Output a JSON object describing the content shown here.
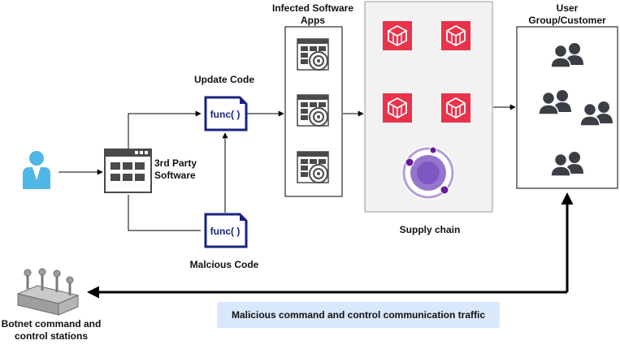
{
  "labels": {
    "update_code": "Update Code",
    "malicious_code": "Malcious Code",
    "third_party_line1": "3rd Party",
    "third_party_line2": "Software",
    "infected_line1": "Infected Software",
    "infected_line2": "Apps",
    "supply_chain": "Supply chain",
    "user_line1": "User",
    "user_line2": "Group/Customer",
    "botnet_line1": "Botnet command and",
    "botnet_line2": "control stations",
    "traffic": "Malicious command and control communication traffic",
    "func_label": "func( )"
  },
  "colors": {
    "func_blue": "#1a237e",
    "user_blue": "#4fb7e5",
    "supply_red": "#e8334a",
    "supply_bg": "#f2f2f2",
    "traffic_bg": "#dae8fc",
    "person_gray": "#3b3f45"
  }
}
